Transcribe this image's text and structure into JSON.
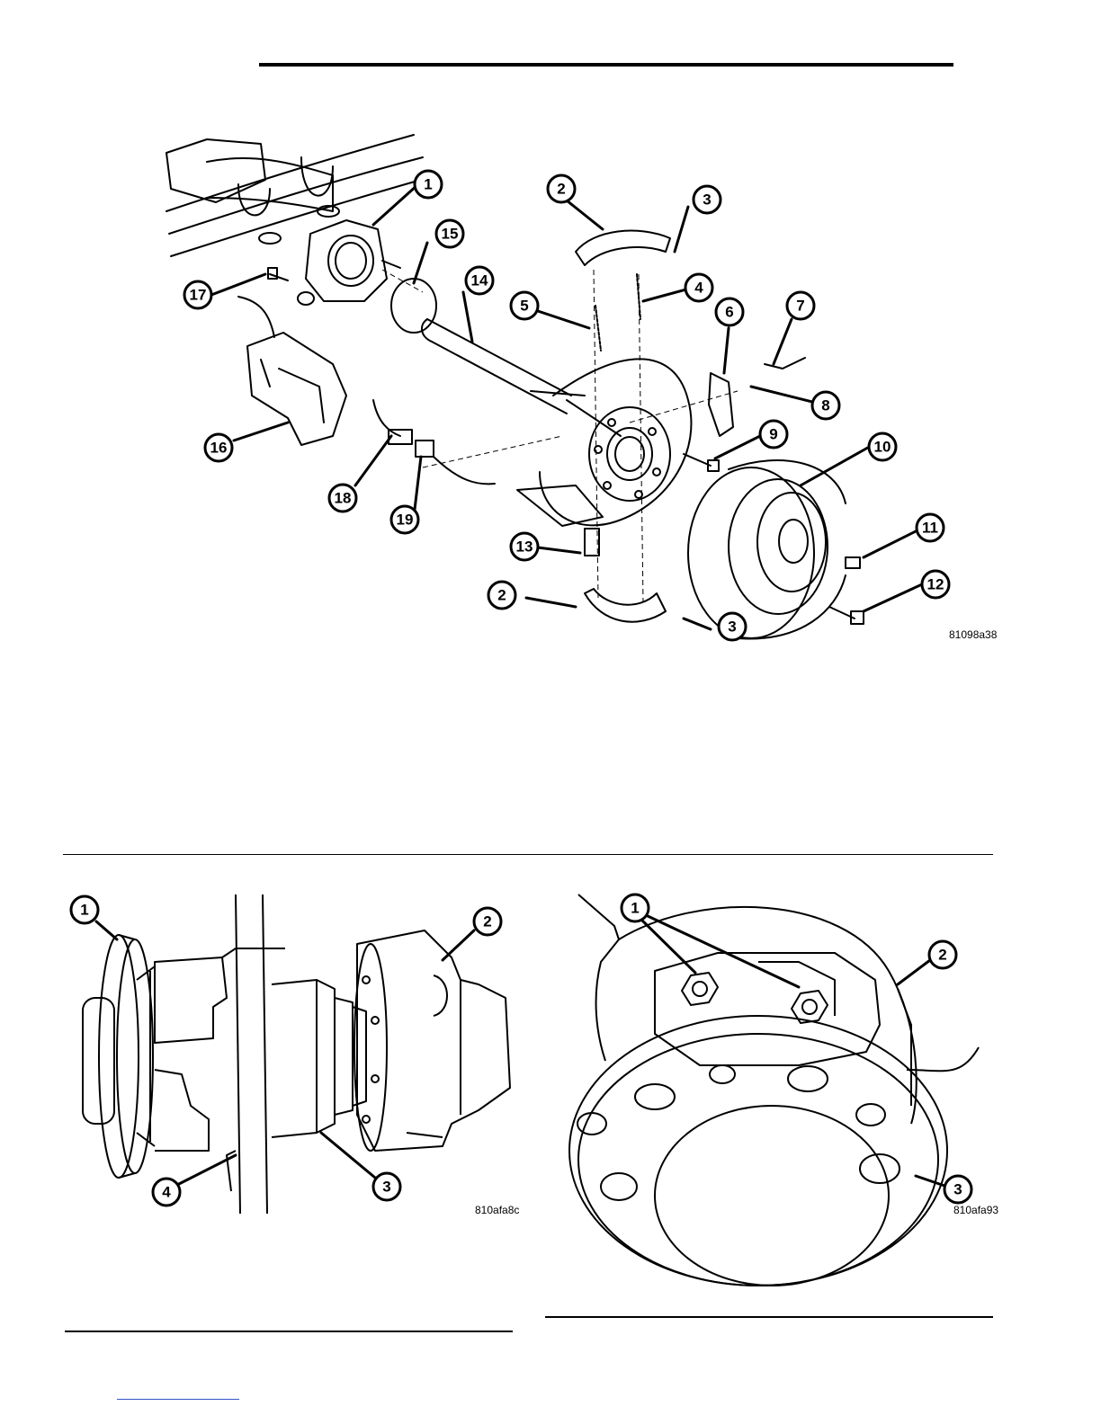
{
  "figures": {
    "top": {
      "code": "81098a38",
      "callouts": [
        "1",
        "2",
        "3",
        "4",
        "5",
        "6",
        "7",
        "8",
        "9",
        "10",
        "11",
        "12",
        "13",
        "14",
        "15",
        "16",
        "17",
        "18",
        "19",
        "2",
        "3"
      ]
    },
    "bottom_left": {
      "code": "810afa8c",
      "callouts": [
        "1",
        "2",
        "3",
        "4"
      ]
    },
    "bottom_right": {
      "code": "810afa93",
      "callouts": [
        "1",
        "2",
        "3"
      ]
    }
  }
}
